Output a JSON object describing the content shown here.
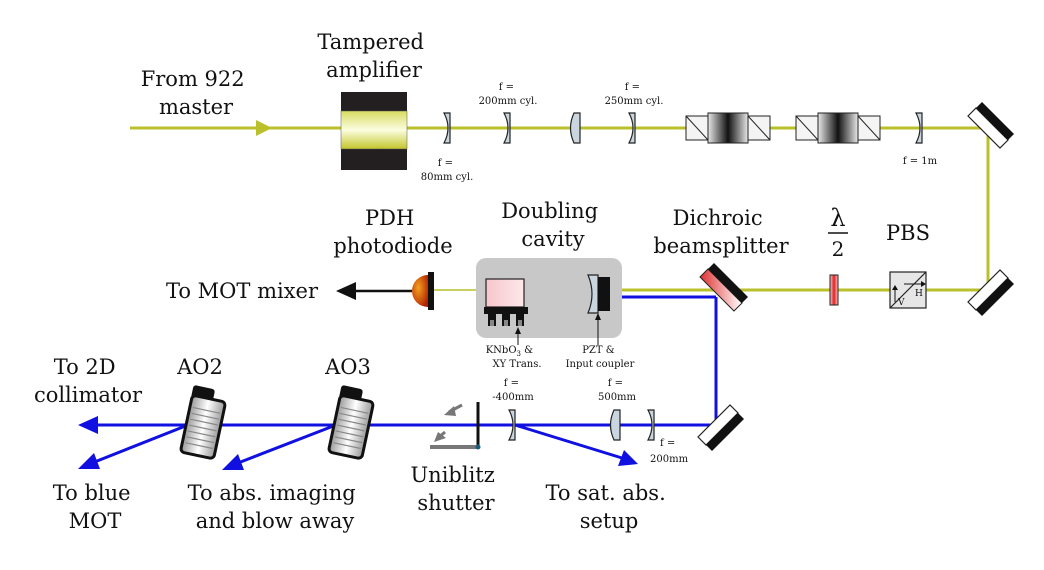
{
  "labels": {
    "from_master": [
      "From 922",
      "master"
    ],
    "tapered_amplifier": [
      "Tampered",
      "amplifier"
    ],
    "pdh_photodiode": [
      "PDH",
      "photodiode"
    ],
    "doubling_cavity": [
      "Doubling",
      "cavity"
    ],
    "dichroic": [
      "Dichroic",
      "beamsplitter"
    ],
    "half_wave": [
      "λ",
      "2"
    ],
    "pbs": "PBS",
    "to_mot_mixer": "To MOT mixer",
    "ao2": "AO2",
    "ao3": "AO3",
    "to_2d_collimator": [
      "To 2D",
      "collimator"
    ],
    "to_blue_mot": [
      "To blue",
      "MOT"
    ],
    "to_abs_imaging": [
      "To abs. imaging",
      "and blow away"
    ],
    "uniblitz_shutter": [
      "Uniblitz",
      "shutter"
    ],
    "to_sat_abs": [
      "To sat. abs.",
      "setup"
    ]
  },
  "lens_labels": {
    "f80": [
      "f =",
      "80mm cyl."
    ],
    "f200cyl": [
      "f =",
      "200mm cyl."
    ],
    "f250cyl": [
      "f =",
      "250mm cyl."
    ],
    "f1m": "f = 1m",
    "knbo3": [
      "KNbO",
      "3",
      " &",
      "XY Trans."
    ],
    "pzt": [
      "PZT &",
      "Input coupler"
    ],
    "fneg400": [
      "f =",
      "-400mm"
    ],
    "f500": [
      "f =",
      "500mm"
    ],
    "f200": [
      "f =",
      "200mm"
    ]
  },
  "pbs_axes": {
    "h": "H",
    "v": "V"
  },
  "colors": {
    "ir_beam": "#b9c02a",
    "blue_beam": "#1010e0",
    "lens_fill": "#c9d6df",
    "cavity_bg": "#c8c8c8",
    "dichroic_red": "#e03030"
  }
}
